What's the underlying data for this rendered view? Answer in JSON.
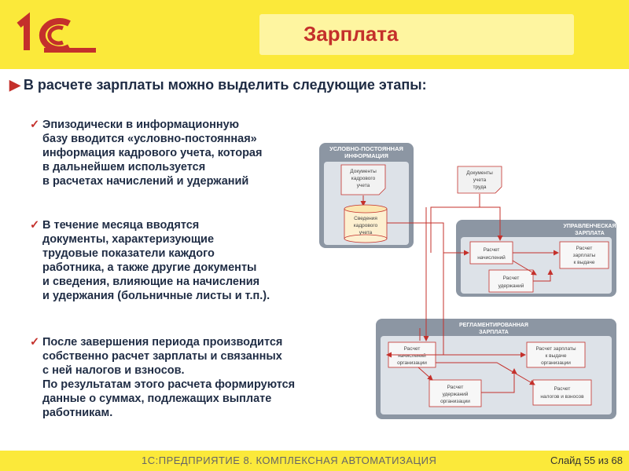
{
  "header": {
    "logo_text": "1С",
    "title": "Зарплата"
  },
  "lead": "В расчете зарплаты можно выделить следующие этапы:",
  "bullets": [
    [
      "Эпизодически в информационную",
      "базу вводится «условно-постоянная»",
      "информация кадрового учета, которая",
      "в дальнейшем используется",
      "в расчетах начислений и удержаний"
    ],
    [
      "В течение месяца вводятся",
      "документы, характеризующие",
      "трудовые показатели каждого",
      "работника, а также другие документы",
      "и сведения, влияющие на начисления",
      "и удержания (больничные листы и т.п.)."
    ],
    [
      "После завершения периода производится",
      "собственно расчет зарплаты и связанных",
      "с ней налогов и взносов.",
      "По результатам этого расчета формируются",
      "данные о суммах, подлежащих выплате",
      "работникам."
    ]
  ],
  "diagram": {
    "panel_info": [
      "УСЛОВНО-ПОСТОЯННАЯ",
      "ИНФОРМАЦИЯ"
    ],
    "doc_hr": [
      "Документы",
      "кадрового",
      "учета"
    ],
    "db_hr": [
      "Сведения",
      "кадрового",
      "учета"
    ],
    "doc_labor": [
      "Документы",
      "учета",
      "труда"
    ],
    "panel_mgmt": [
      "УПРАВЛЕНЧЕСКАЯ",
      "ЗАРПЛАТА"
    ],
    "mgmt_accruals": [
      "Расчет",
      "начислений"
    ],
    "mgmt_payout": [
      "Расчет",
      "зарплаты",
      "к выдаче"
    ],
    "mgmt_deductions": [
      "Расчет",
      "удержаний"
    ],
    "panel_reg": [
      "РЕГЛАМЕНТИРОВАННАЯ",
      "ЗАРПЛАТА"
    ],
    "reg_accruals": [
      "Расчет",
      "начислений",
      "организации"
    ],
    "reg_payout": [
      "Расчет зарплаты",
      "к выдаче",
      "организации"
    ],
    "reg_deductions": [
      "Расчет",
      "удержаний",
      "организации"
    ],
    "reg_taxes": [
      "Расчет",
      "налогов и взносов"
    ]
  },
  "footer": {
    "left": "1С:ПРЕДПРИЯТИЕ 8. КОМПЛЕКСНАЯ АВТОМАТИЗАЦИЯ",
    "right": "Слайд 55 из 68"
  }
}
